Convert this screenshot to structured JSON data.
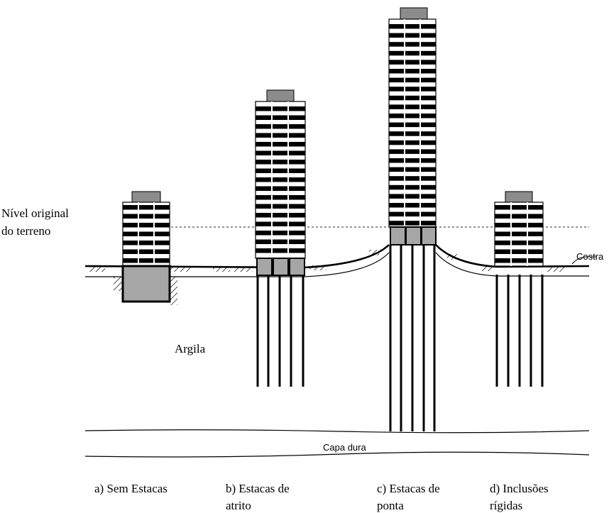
{
  "labels": {
    "original_level_line1": "Nível original",
    "original_level_line2": "do terreno",
    "crust": "Costra",
    "clay": "Argila",
    "hard_layer": "Capa dura"
  },
  "captions": [
    {
      "line1": "a) Sem Estacas",
      "line2": ""
    },
    {
      "line1": "b) Estacas de",
      "line2": "atrito"
    },
    {
      "line1": "c) Estacas de",
      "line2": "ponta"
    },
    {
      "line1": "d) Inclusões",
      "line2": "rígidas"
    }
  ],
  "colors": {
    "stroke": "#000000",
    "foundation_fill": "#a6a6a6",
    "roof_fill": "#8c8c8c",
    "floor_band": "#000000",
    "window_gap": "#ffffff"
  }
}
